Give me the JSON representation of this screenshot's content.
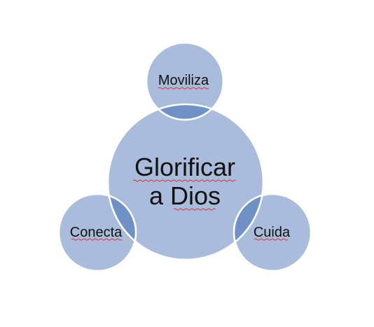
{
  "diagram": {
    "center": {
      "line1": "Glorificar",
      "line2": "a Dios"
    },
    "satellites": {
      "top": "Moviliza",
      "left": "Conecta",
      "right": "Cuida"
    },
    "colors": {
      "circle_fill": "#a9bcdb",
      "overlap_fill": "#6f91c5",
      "outline": "#ffffff",
      "text": "#111111",
      "spellcheck_underline": "#e0352b"
    }
  }
}
